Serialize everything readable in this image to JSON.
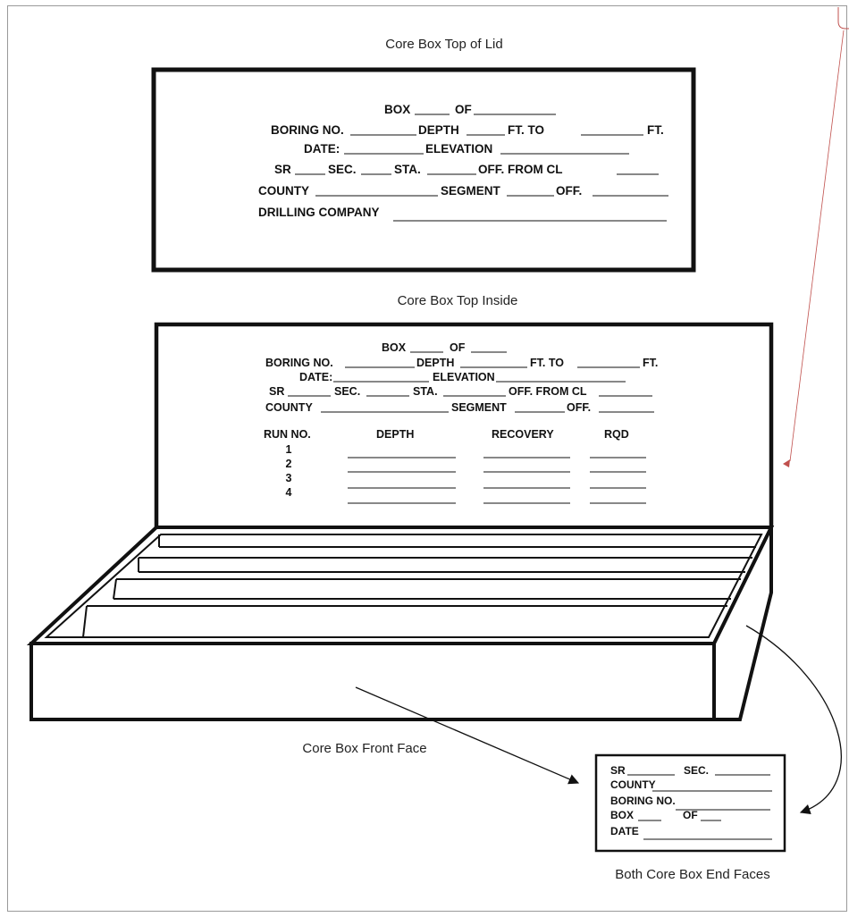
{
  "captions": {
    "lid_top": "Core Box Top of Lid",
    "top_inside": "Core Box Top Inside",
    "front_face": "Core Box Front Face",
    "end_faces": "Both Core Box End Faces"
  },
  "lid_form": {
    "box": "BOX",
    "of": "OF",
    "boring_no": "BORING NO.",
    "depth": "DEPTH",
    "ft_to": "FT.  TO",
    "ft": "FT.",
    "date": "DATE:",
    "elevation": "ELEVATION",
    "sr": "SR",
    "sec": "SEC.",
    "sta": "STA.",
    "off_from_cl": "OFF. FROM CL",
    "county": "COUNTY",
    "segment": "SEGMENT",
    "off": "OFF.",
    "drilling_company": "DRILLING COMPANY"
  },
  "inside_form": {
    "box": "BOX",
    "of": "OF",
    "boring_no": "BORING NO.",
    "depth": "DEPTH",
    "ft_to": "FT.  TO",
    "ft": "FT.",
    "date": "DATE:",
    "elevation": "ELEVATION",
    "sr": "SR",
    "sec": "SEC.",
    "sta": "STA.",
    "off_from_cl": "OFF. FROM CL",
    "county": "COUNTY",
    "segment": "SEGMENT",
    "off": "OFF.",
    "table_headers": [
      "RUN NO.",
      "DEPTH",
      "RECOVERY",
      "RQD"
    ],
    "run_numbers": [
      "1",
      "2",
      "3",
      "4"
    ]
  },
  "end_form": {
    "sr": "SR",
    "sec": "SEC.",
    "county": "COUNTY",
    "boring_no": "BORING NO.",
    "box": "BOX",
    "of": "OF",
    "date": "DATE"
  }
}
